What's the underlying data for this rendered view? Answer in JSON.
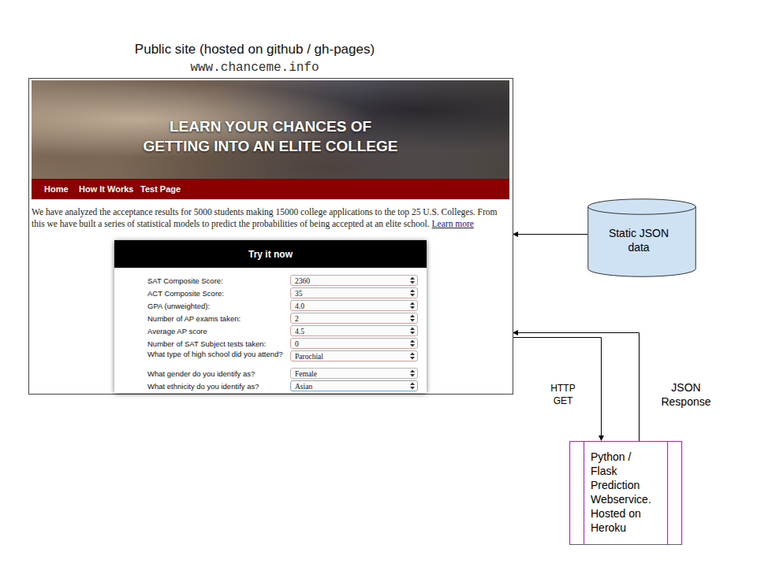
{
  "diagram": {
    "nodes": [
      {
        "text": [
          "Public site (hosted on github / gh-pages)",
          "www.chanceme.info",
          "We have analyzed the acceptance results for 5000 students making 15000 college applications to the top 25 U.S. Colleges. From this we have built a series of statistical models to predict the probabilities of being accepted at an elite school.",
          "Learn more"
        ]
      },
      {
        "text": [
          "LEARN YOUR CHANCES OF GETTING INTO AN ELITE COLLEGE"
        ],
        "in": 0
      },
      {
        "text": [
          "Home",
          "How It Works",
          "Test Page"
        ],
        "in": 0
      },
      {
        "text": [
          "Try it now",
          "SAT Composite Score:",
          "ACT Composite Score:",
          "GPA (unweighted):",
          "Number of AP exams taken:",
          "Average AP score",
          "Number of SAT Subject tests taken:",
          "What type of high school did you attend?",
          "What gender do you identify as?",
          "What ethnicity do you identify as?"
        ],
        "in": 0
      },
      {
        "text": [
          "2360"
        ],
        "in": 3
      },
      {
        "text": [
          "35"
        ],
        "in": 3
      },
      {
        "text": [
          "4.0"
        ],
        "in": 3
      },
      {
        "text": [
          "2"
        ],
        "in": 3
      },
      {
        "text": [
          "4.5"
        ],
        "in": 3
      },
      {
        "text": [
          "0"
        ],
        "in": 3
      },
      {
        "text": [
          "Parochial"
        ],
        "in": 3
      },
      {
        "text": [
          "Female"
        ],
        "in": 3
      },
      {
        "text": [
          "Asian"
        ],
        "in": 3
      },
      {
        "text": [
          "Static JSON data"
        ]
      },
      {
        "text": [
          "Python / Flask Prediction Webservice. Hosted on Heroku"
        ]
      }
    ],
    "edges": [
      {
        "from": 13,
        "to": 0,
        "arrow": "to"
      },
      {
        "from": 0,
        "to": 14,
        "label": "HTTP GET",
        "arrow": "to"
      },
      {
        "from": 14,
        "to": 0,
        "label": "JSON Response",
        "arrow": "to"
      }
    ]
  }
}
